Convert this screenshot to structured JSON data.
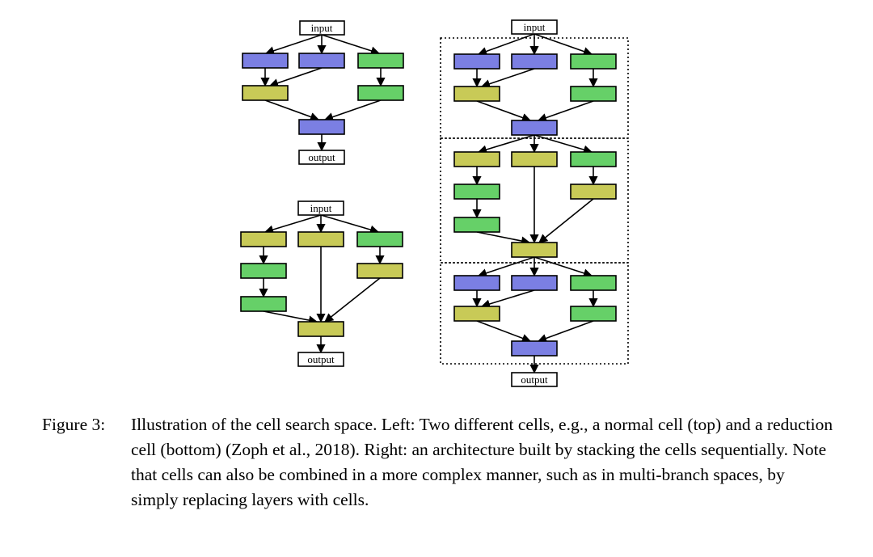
{
  "colors": {
    "blue": "#7b7fe3",
    "green": "#66d068",
    "yellow": "#c8ca57",
    "border": "#000000",
    "cell_boundary": "#000000"
  },
  "labels": {
    "input": "input",
    "output": "output"
  },
  "diagram": {
    "left_top_cell": {
      "row1": [
        "blue",
        "blue",
        "green"
      ],
      "row2": [
        "yellow",
        "green"
      ],
      "merge": "blue"
    },
    "left_bottom_cell": {
      "row1": [
        "yellow",
        "yellow",
        "green"
      ],
      "row2": [
        "green",
        "yellow"
      ],
      "row3": [
        "green"
      ],
      "merge": "yellow"
    },
    "right_stack": [
      "normal cell",
      "reduction cell",
      "normal cell"
    ]
  },
  "caption": {
    "label": "Figure 3:",
    "text": "Illustration of the cell search space. Left: Two different cells, e.g., a normal cell (top) and a reduction cell (bottom) (Zoph et al., 2018). Right: an architecture built by stacking the cells sequentially. Note that cells can also be combined in a more complex manner, such as in multi-branch spaces, by simply replacing layers with cells."
  }
}
